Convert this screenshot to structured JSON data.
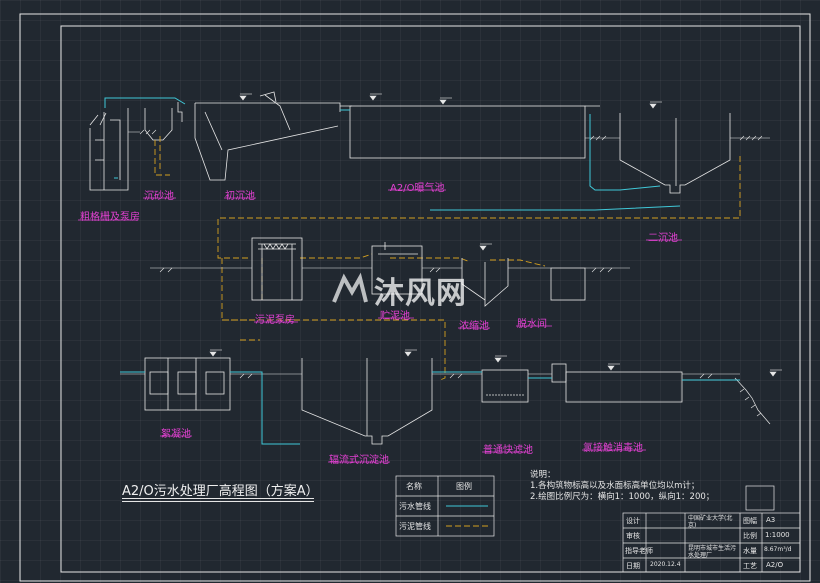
{
  "labels": {
    "screen": "粗格栅及泵房",
    "grit": "沉砂池",
    "primary": "初沉池",
    "aeration": "A2/O曝气池",
    "secondary": "二沉池",
    "sludge_pump": "污泥泵房",
    "sludge_store": "贮泥池",
    "thickener": "浓缩池",
    "dewater": "脱水间",
    "coag": "絮凝池",
    "radial": "辐流式沉淀池",
    "filter": "普通快滤池",
    "disinfect": "氯接触消毒池"
  },
  "title": "A2/O污水处理厂高程图（方案A）",
  "legend": {
    "col_name": "名称",
    "col_symbol": "图例",
    "row1": "污水管线",
    "row2": "污泥管线"
  },
  "notes": {
    "heading": "说明：",
    "line1": "1.各构筑物标高以及水面标高单位均以m计；",
    "line2": "2.绘图比例尺为：横向1：1000，纵向1：200；"
  },
  "title_block": {
    "design": "设计",
    "check": "审核",
    "advisor": "指导老师",
    "date_label": "日期",
    "date": "2020.12.4",
    "school": "中国矿业大学(北京)",
    "project": "昆明市城市生活污水处理厂",
    "sheet_label": "图幅",
    "sheet": "A3",
    "scale_label": "比例",
    "scale": "1:1000",
    "flow_label": "水量",
    "flow": "8.67m³/d",
    "process_label": "工艺",
    "process": "A2/O"
  },
  "watermark": "沐风网",
  "colors": {
    "background": "#212830",
    "structure": "#e6e6e6",
    "label": "#e040d0",
    "sewage_line": "#40c8d8",
    "sludge_line": "#d4a020"
  }
}
